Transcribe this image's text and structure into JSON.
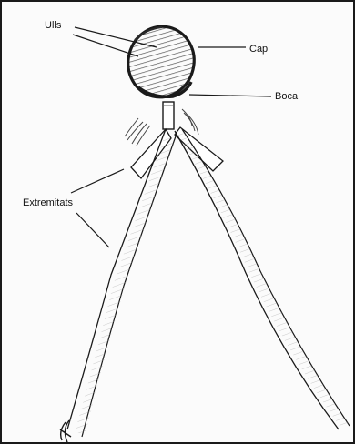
{
  "labels": {
    "ulls": "Ulls",
    "cap": "Cap",
    "boca": "Boca",
    "extremitats": "Extremitats"
  },
  "colors": {
    "ink": "#1a1a1a",
    "paper": "#fbfbfb",
    "shading": "#3a3a3a"
  }
}
